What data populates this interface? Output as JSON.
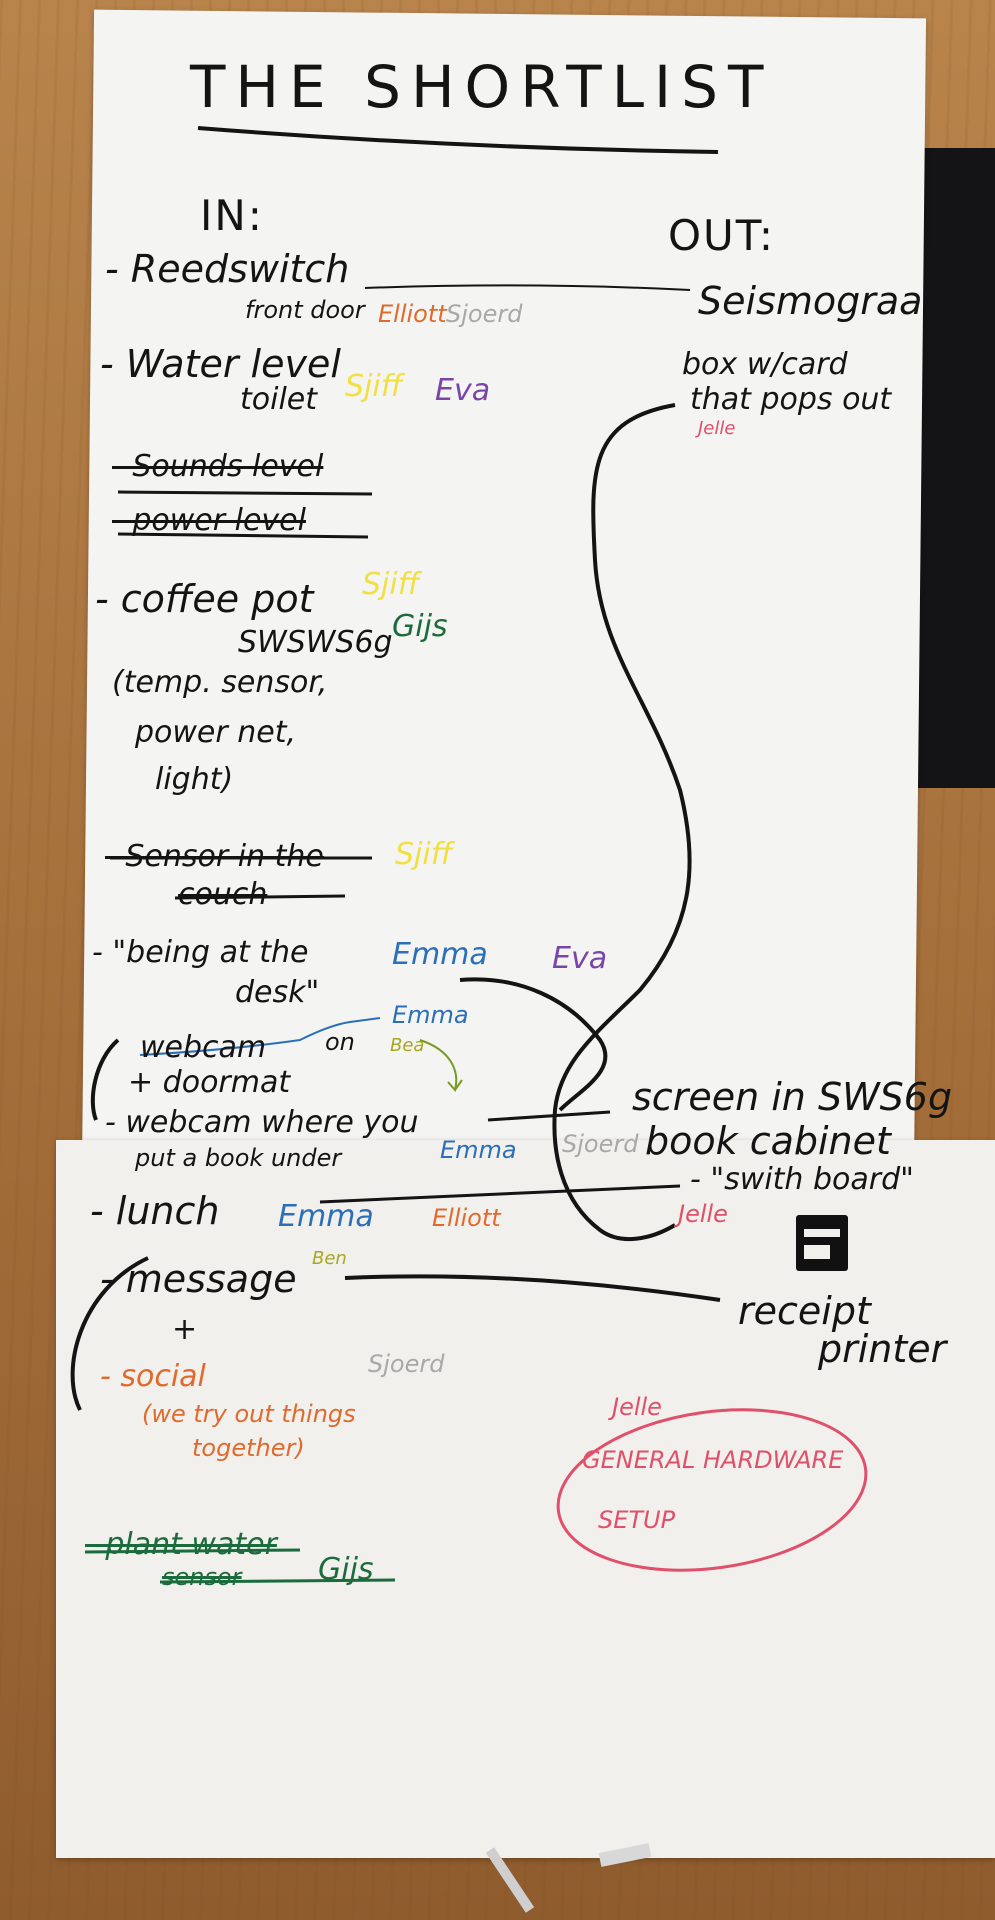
{
  "title": "THE SHORTLIST",
  "in_heading": "IN:",
  "out_heading": "OUT:",
  "in_items": {
    "reedswitch": "- Reedswitch",
    "reedswitch_sub": "front door",
    "reedswitch_names": [
      "Elliott",
      "Sjoerd"
    ],
    "water_level": "- Water level",
    "water_level_sub": "toilet",
    "water_level_names": [
      "Sjiff",
      "Eva"
    ],
    "sound_level": "- Sounds level",
    "power_level": "- power level",
    "coffee_pot": "- coffee pot",
    "coffee_pot_sub": "SWSWS6g",
    "coffee_pot_names": [
      "Sjiff",
      "Gijs"
    ],
    "coffee_pot_paren": [
      "(temp. sensor,",
      "power net,",
      "light)"
    ],
    "sensor_couch": [
      "- Sensor in the",
      "couch"
    ],
    "sensor_couch_name": "Sjiff",
    "being_desk": [
      "- \"being at the",
      "desk\""
    ],
    "being_desk_names": [
      "Emma",
      "Eva"
    ],
    "webcam": "webcam",
    "webcam_on": "on",
    "webcam_names": [
      "Emma",
      "Bea"
    ],
    "doormat": "+ doormat",
    "webcam_book": [
      "- webcam where you",
      "put a book under"
    ],
    "webcam_book_names": [
      "Emma",
      "Sjoerd"
    ],
    "lunch": "- lunch",
    "lunch_names": [
      "Emma",
      "Elliott"
    ],
    "message": "- message",
    "message_name": "Ben",
    "plus": "+",
    "social": "- social",
    "social_name": "Sjoerd",
    "social_note": [
      "(we try out things",
      "together)"
    ],
    "plant_water": [
      "- plant water",
      "sensor"
    ],
    "plant_water_name": "Gijs"
  },
  "out_items": {
    "seismograaf": "Seismograaf",
    "box_card": [
      "box w/card",
      "that pops out"
    ],
    "box_card_name": "Jelle",
    "screen": [
      "screen in SWS6g",
      "book cabinet"
    ],
    "switch_board": "- \"swith board\"",
    "switch_board_name": "Jelle",
    "receipt_printer": [
      "receipt",
      "printer"
    ],
    "general_name": "Jelle",
    "general": [
      "GENERAL HARDWARE",
      "SETUP"
    ]
  },
  "colors": {
    "ink_black": "#141414",
    "orange": "#e06a2c",
    "gray": "#a8a8a8",
    "yellow": "#f2e042",
    "purple": "#7a44a8",
    "green": "#1c6b3c",
    "blue": "#2a6fb8",
    "pink": "#e0506a"
  }
}
